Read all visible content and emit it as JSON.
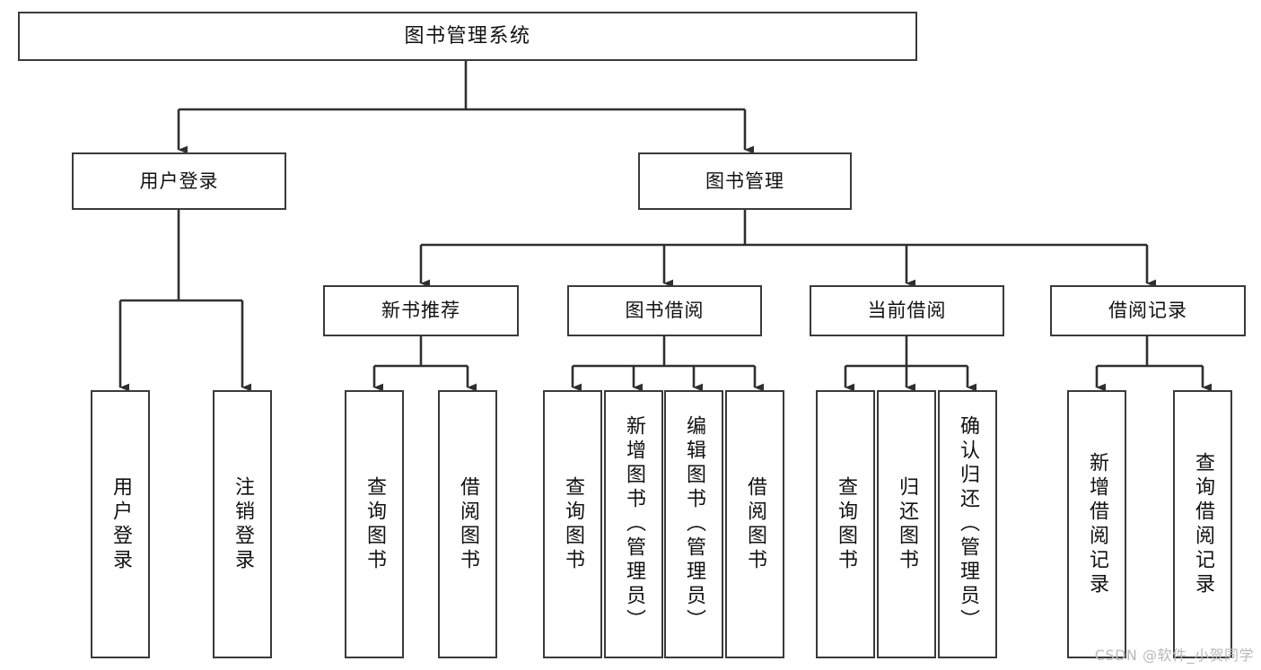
{
  "diagram": {
    "title": "图书管理系统",
    "root": {
      "label": "图书管理系统"
    },
    "level2": {
      "user_login": "用户登录",
      "book_manage": "图书管理"
    },
    "level3": {
      "new_book_recommend": "新书推荐",
      "book_borrow": "图书借阅",
      "current_borrow": "当前借阅",
      "borrow_record": "借阅记录"
    },
    "leaves": {
      "user_login_children": [
        "用户登录",
        "注销登录"
      ],
      "new_book_recommend_children": [
        "查询图书",
        "借阅图书"
      ],
      "book_borrow_children": [
        "查询图书",
        "新增图书（管理员）",
        "编辑图书（管理员）",
        "借阅图书"
      ],
      "current_borrow_children": [
        "查询图书",
        "归还图书",
        "确认归还（管理员）"
      ],
      "borrow_record_children": [
        "新增借阅记录",
        "查询借阅记录"
      ]
    },
    "watermark": "CSDN @软件_小贺同学",
    "colors": {
      "stroke": "#3a3a3a",
      "fill": "#ffffff",
      "text": "#111111",
      "watermark": "#b9b9b9"
    }
  }
}
